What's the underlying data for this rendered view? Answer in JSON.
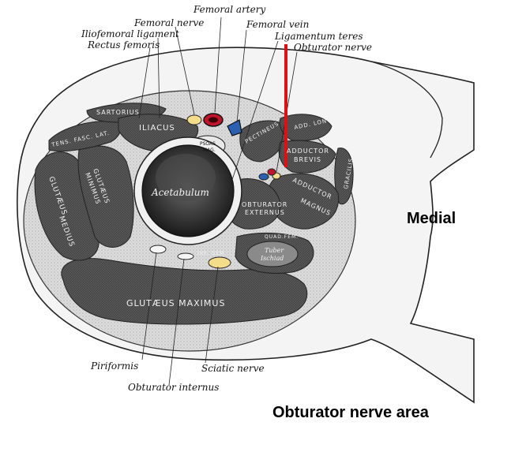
{
  "labels": {
    "femoral_artery": "Femoral artery",
    "femoral_nerve": "Femoral nerve",
    "femoral_vein": "Femoral vein",
    "iliofemoral_ligament": "Iliofemoral ligament",
    "ligamentum_teres": "Ligamentum teres",
    "rectus_femoris": "Rectus femoris",
    "obturator_nerve": "Obturator nerve",
    "piriformis": "Piriformis",
    "sciatic_nerve": "Sciatic nerve",
    "obturator_internus": "Obturator internus"
  },
  "muscle_labels": {
    "sartorius": "SARTORIUS",
    "iliacus": "ILIACUS",
    "tens_fasc_lat": "TENS. FASC. LAT.",
    "psoas_1": "PSOAS",
    "psoas_2": "MAG.",
    "pectineus": "PECTINEUS",
    "add_long": "ADD. LONG.",
    "adductor_brevis_1": "ADDUCTOR",
    "adductor_brevis_2": "BREVIS",
    "gracilis": "GRACILIS",
    "gluteus_minimus_1": "GLUTÆUS",
    "gluteus_minimus_2": "MINIMUS",
    "gluteus_medius_1": "GLUTÆUS",
    "gluteus_medius_2": "MEDIUS",
    "acetabulum": "Acetabulum",
    "obturator_externus_1": "OBTURATOR",
    "obturator_externus_2": "EXTERNUS",
    "adductor_magnus_1": "ADDUCTOR",
    "adductor_magnus_2": "MAGNUS",
    "quad_fem": "QUAD.FEM.",
    "tuber_ischiad_1": "Tuber",
    "tuber_ischiad_2": "Ischiad",
    "inf_gem": "INF. GEM.",
    "gluteus_maximus": "GLUTÆUS MAXIMUS"
  },
  "annotations": {
    "medial": "Medial",
    "caption": "Obturator nerve area"
  },
  "colors": {
    "marker": "#e01010",
    "nerve": "#f3dc8a",
    "artery": "#c0142c",
    "vein": "#2b5fb0",
    "muscle": "#4a4a4a",
    "fat": "#d9d9d9"
  }
}
